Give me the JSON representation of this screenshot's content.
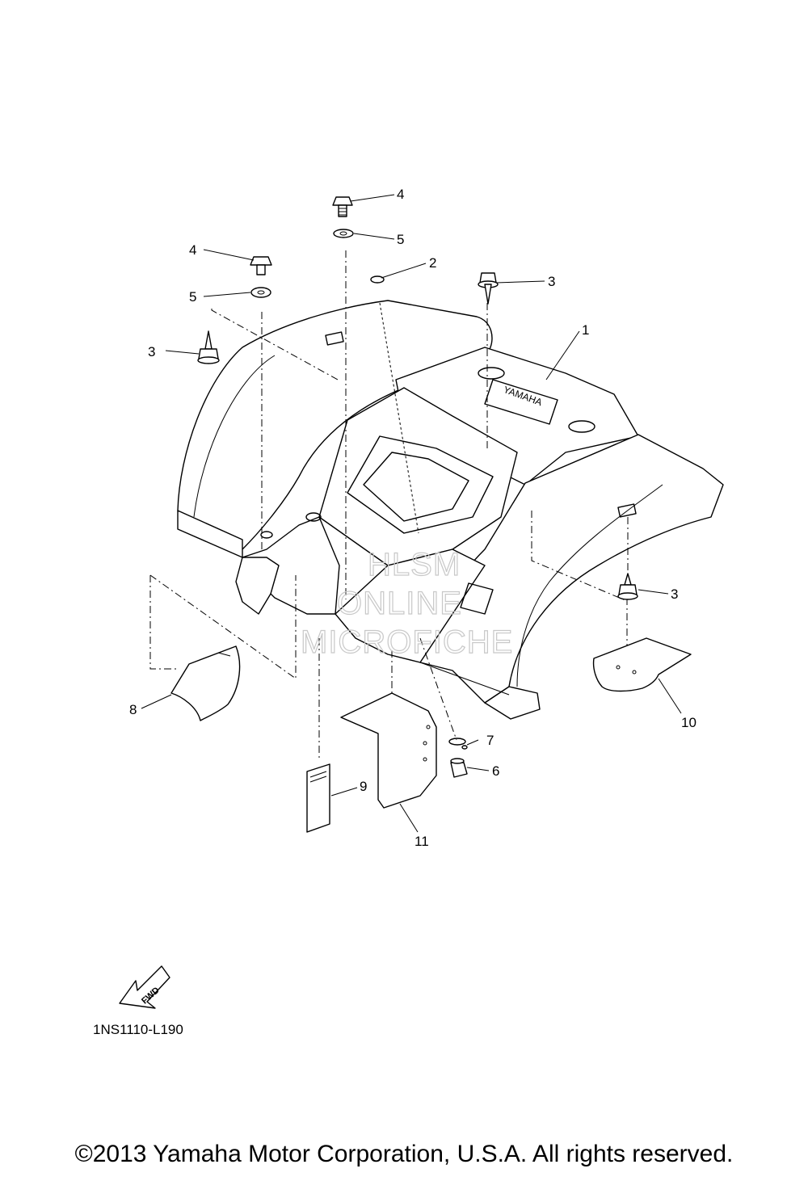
{
  "callouts": [
    {
      "number": "1"
    },
    {
      "number": "2"
    },
    {
      "number": "3"
    },
    {
      "number": "3"
    },
    {
      "number": "3"
    },
    {
      "number": "4"
    },
    {
      "number": "4"
    },
    {
      "number": "5"
    },
    {
      "number": "5"
    },
    {
      "number": "6"
    },
    {
      "number": "7"
    },
    {
      "number": "8"
    },
    {
      "number": "9"
    },
    {
      "number": "10"
    },
    {
      "number": "11"
    }
  ],
  "emblem_text": "YAMAHA",
  "fwd_arrow_label": "FWD",
  "watermark": [
    "HLSM",
    "ONLINE",
    "MICROFICHE"
  ],
  "diagram_code": "1NS1110-L190",
  "copyright": "©2013 Yamaha Motor Corporation, U.S.A. All rights reserved."
}
